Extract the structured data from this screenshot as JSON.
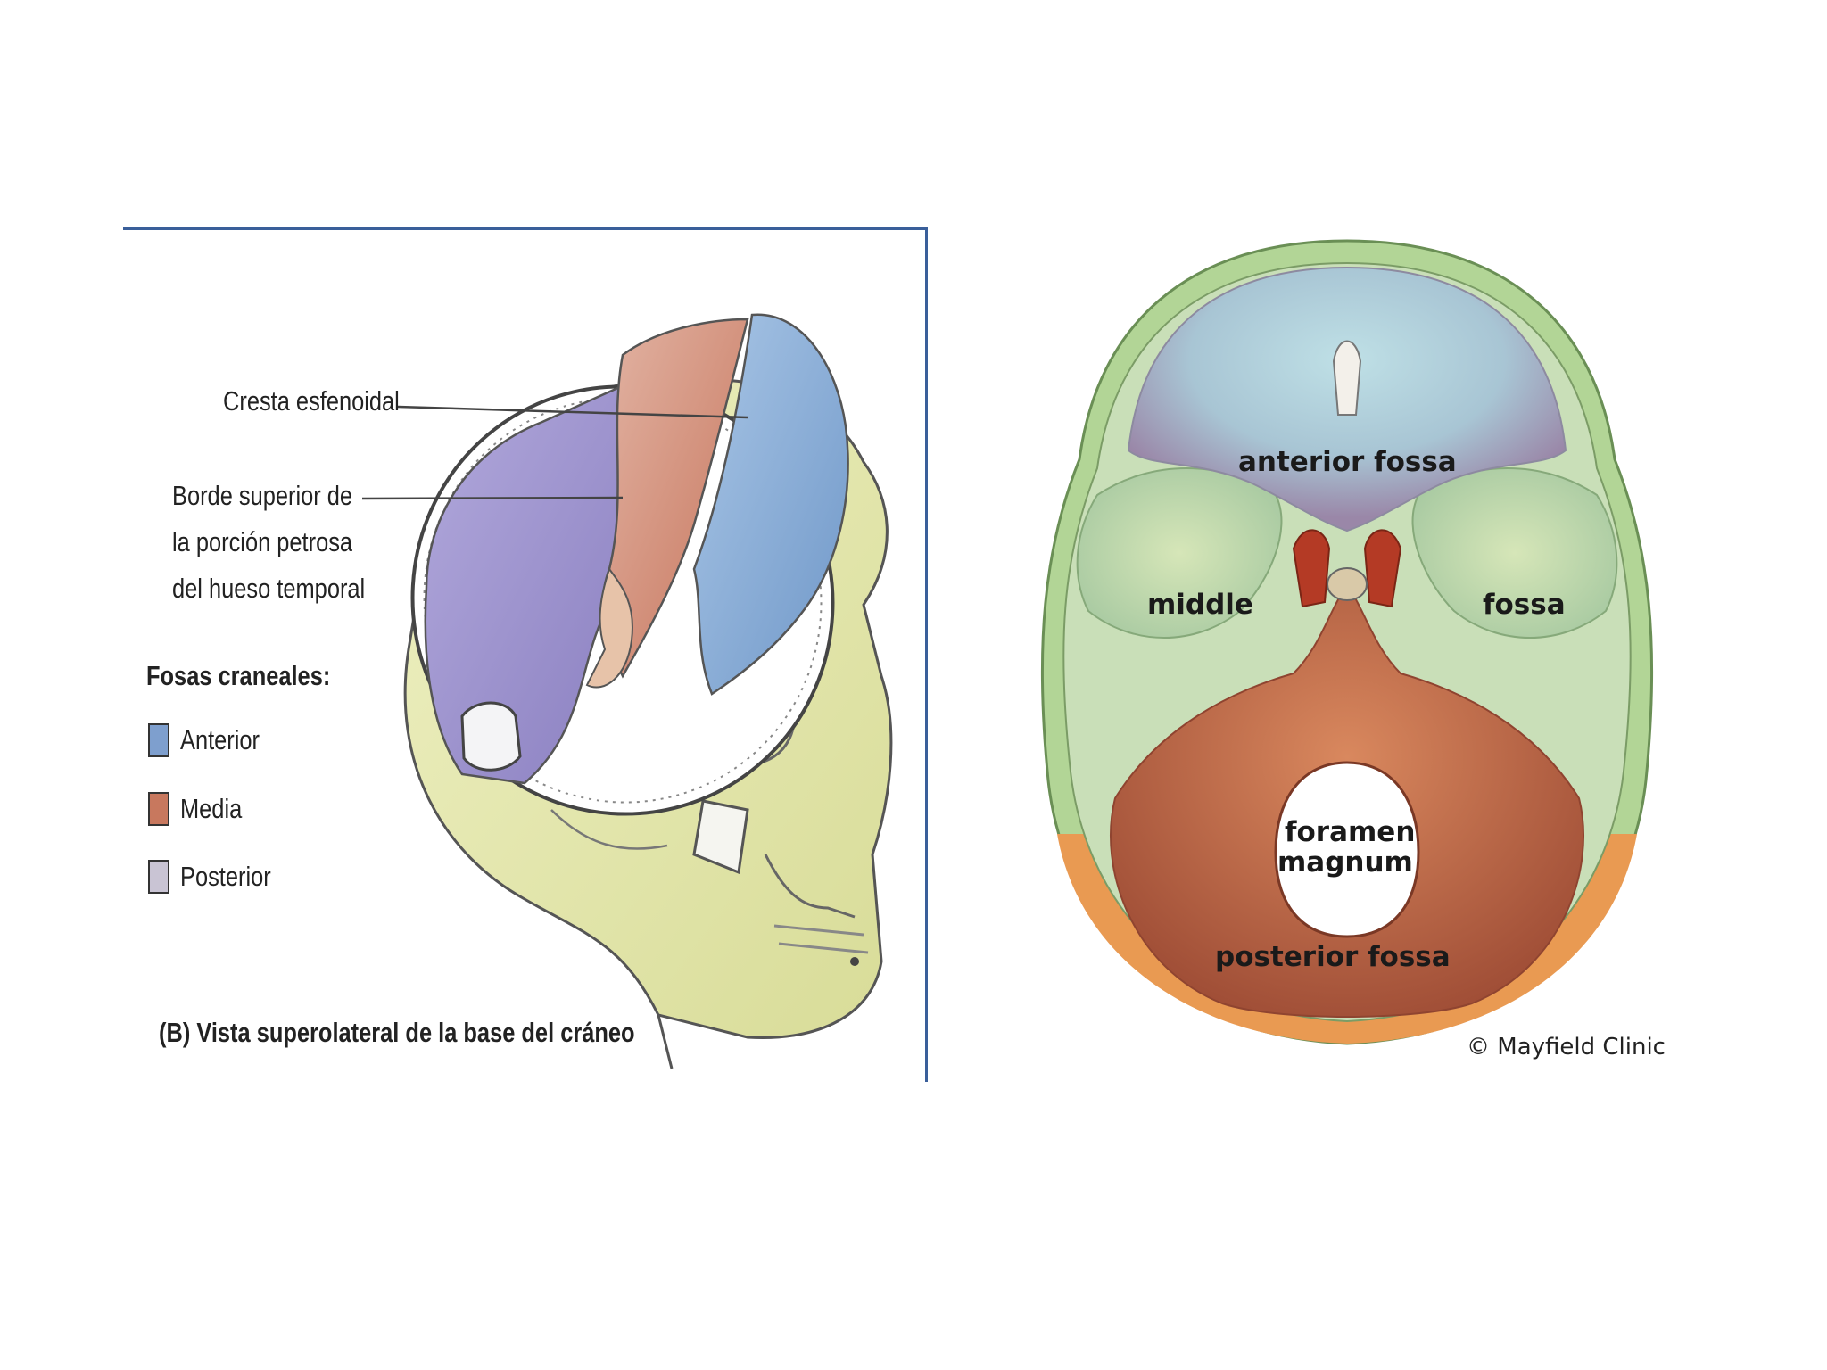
{
  "left_figure": {
    "labels": {
      "sphenoid_crest": "Cresta esfenoidal",
      "petrous_border": [
        "Borde superior de",
        "la porción petrosa",
        "del hueso temporal"
      ]
    },
    "legend": {
      "title": "Fosas craneales:",
      "items": [
        {
          "label": "Anterior",
          "color": "#7e9fce"
        },
        {
          "label": "Media",
          "color": "#c8785e"
        },
        {
          "label": "Posterior",
          "color": "#c9c4d4"
        }
      ]
    },
    "caption": "(B) Vista superolateral de la base del cráneo",
    "colors": {
      "anterior_fossa": "#8fb3dc",
      "middle_fossa": "#d49c8a",
      "posterior_fossa": "#9a8fc9",
      "bone": "#e6e8b0",
      "frame": "#3a5f9a"
    }
  },
  "right_figure": {
    "labels": {
      "anterior": "anterior fossa",
      "middle_left": "middle",
      "middle_right": "fossa",
      "foramen": [
        "foramen",
        "magnum"
      ],
      "posterior": "posterior fossa"
    },
    "credit": "© Mayfield Clinic",
    "colors": {
      "anterior_fossa": "#a7c9d6",
      "middle_fossa": "#c9dfb8",
      "posterior_fossa": "#c86a45",
      "rim_green": "#a9cf8f",
      "rim_orange": "#e8944d"
    }
  }
}
